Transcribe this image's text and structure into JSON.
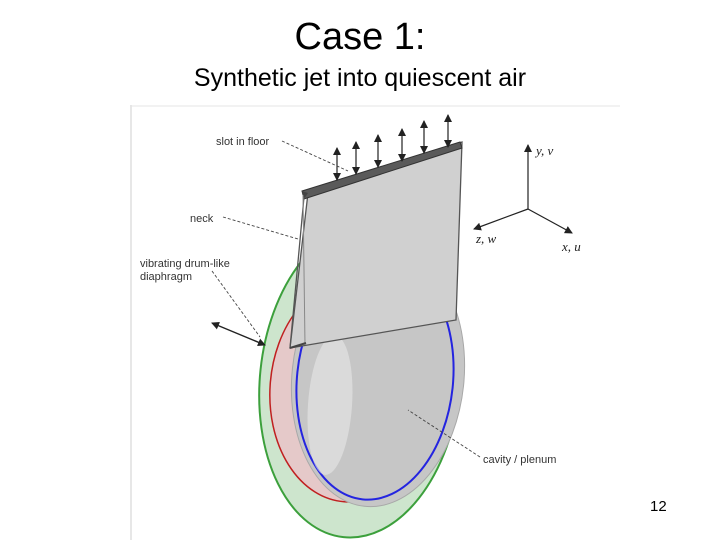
{
  "slide": {
    "title": "Case 1:",
    "subtitle": "Synthetic jet into quiescent air",
    "page_number": "12"
  },
  "diagram": {
    "labels": {
      "slot": "slot in floor",
      "neck": "neck",
      "diaphragm_line1": "vibrating drum-like",
      "diaphragm_line2": "diaphragm",
      "cavity": "cavity / plenum"
    },
    "axes": {
      "y": "y, v",
      "z": "z, w",
      "x": "x, u"
    },
    "colors": {
      "cavity_fill": "#c6c6c6",
      "neck_fill": "#d0d0d0",
      "outer_ring": "#3ca03c",
      "inner_ring": "#2424e0",
      "back_ring": "#c02020",
      "text": "#333333"
    }
  }
}
